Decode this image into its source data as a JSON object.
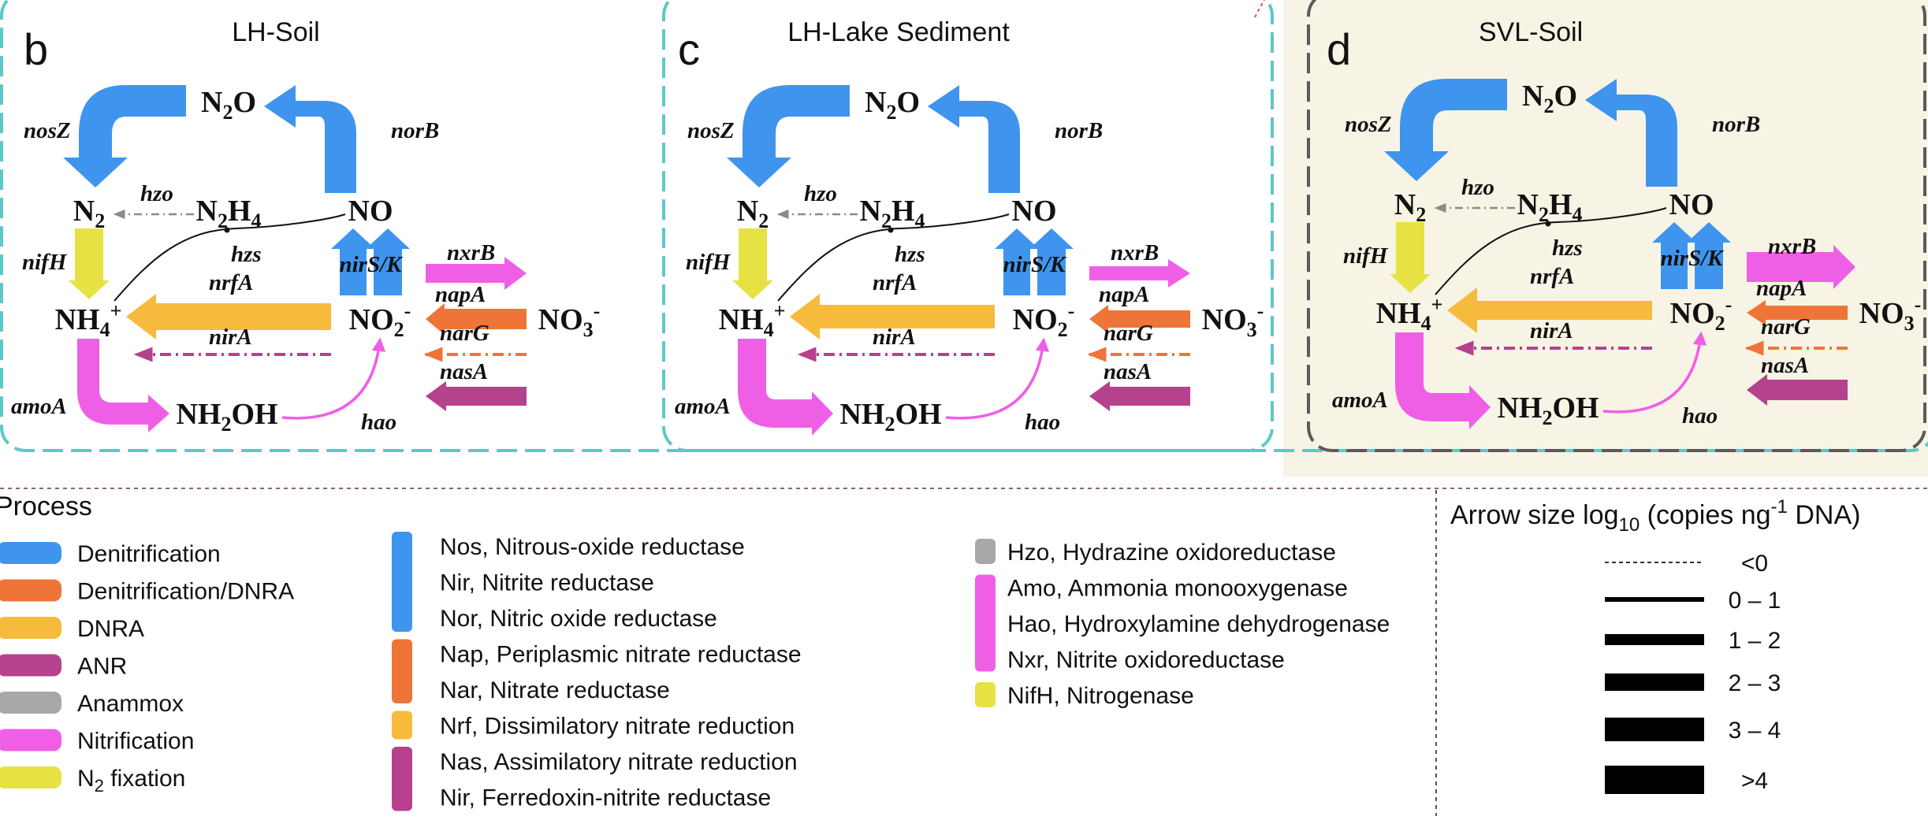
{
  "colors": {
    "denitrification": "#3f94ee",
    "denitrification_dnra": "#ef7437",
    "dnra": "#f6bb3d",
    "anr": "#b6418c",
    "anammox": "#a8a8a8",
    "nitrification": "#ef5fe6",
    "n2_fixation": "#e6e244",
    "teal_border": "#5ec8c8",
    "gray_border": "#5a5a5a",
    "svl_background": "#f7f4e5"
  },
  "panels": [
    {
      "letter": "b",
      "title": "LH-Soil"
    },
    {
      "letter": "c",
      "title": "LH-Lake Sediment"
    },
    {
      "letter": "d",
      "title": "SVL-Soil"
    }
  ],
  "compounds": {
    "n2o": {
      "base": "N",
      "sub": "2",
      "tail": "O"
    },
    "n2": {
      "base": "N",
      "sub": "2"
    },
    "n2h4": {
      "base": "N",
      "sub": "2",
      "mid": "H",
      "sub2": "4"
    },
    "no": {
      "base": "NO"
    },
    "nh4": {
      "base": "NH",
      "sub": "4",
      "sup": "+"
    },
    "no2": {
      "base": "NO",
      "sub": "2",
      "sup": "-"
    },
    "no3": {
      "base": "NO",
      "sub": "3",
      "sup": "-"
    },
    "nh2oh": {
      "base": "NH",
      "sub": "2",
      "tail": "OH"
    }
  },
  "genes": {
    "nosZ": "nosZ",
    "norB": "norB",
    "hzo": "hzo",
    "hzs": "hzs",
    "nifH": "nifH",
    "nrfA": "nrfA",
    "nirA": "nirA",
    "nirSK": "nirS/K",
    "nxrB": "nxrB",
    "napA": "napA",
    "narG": "narG",
    "nasA": "nasA",
    "amoA": "amoA",
    "hao": "hao"
  },
  "legend": {
    "process_title": "Process",
    "processes": [
      {
        "label": "Denitrification",
        "color": "#3f94ee"
      },
      {
        "label": "Denitrification/DNRA",
        "color": "#ef7437"
      },
      {
        "label": "DNRA",
        "color": "#f6bb3d"
      },
      {
        "label": "ANR",
        "color": "#b6418c"
      },
      {
        "label": "Anammox",
        "color": "#a8a8a8"
      },
      {
        "label": "Nitrification",
        "color": "#ef5fe6"
      },
      {
        "label": "N",
        "sub": "2",
        "tail": " fixation",
        "color": "#e6e244"
      }
    ],
    "enzymes_col1": [
      "Nos, Nitrous-oxide reductase",
      "Nir, Nitrite reductase",
      "Nor, Nitric oxide reductase",
      "Nap, Periplasmic nitrate reductase",
      "Nar, Nitrate reductase",
      "Nrf, Dissimilatory nitrate reduction",
      "Nas, Assimilatory nitrate reduction",
      "Nir, Ferredoxin-nitrite reductase"
    ],
    "enzymes_col2": [
      "Hzo, Hydrazine oxidoreductase",
      "Amo, Ammonia monooxygenase",
      "Hao, Hydroxylamine dehydrogenase",
      "Nxr, Nitrite oxidoreductase",
      "NifH, Nitrogenase"
    ],
    "arrow_size_title": {
      "pre": "Arrow size log",
      "sub": "10",
      "mid": " (copies ng",
      "sup": "-1",
      "post": " DNA)"
    },
    "arrow_sizes": [
      "<0",
      "0 – 1",
      "1 – 2",
      "2 – 3",
      "3 – 4",
      ">4"
    ]
  }
}
